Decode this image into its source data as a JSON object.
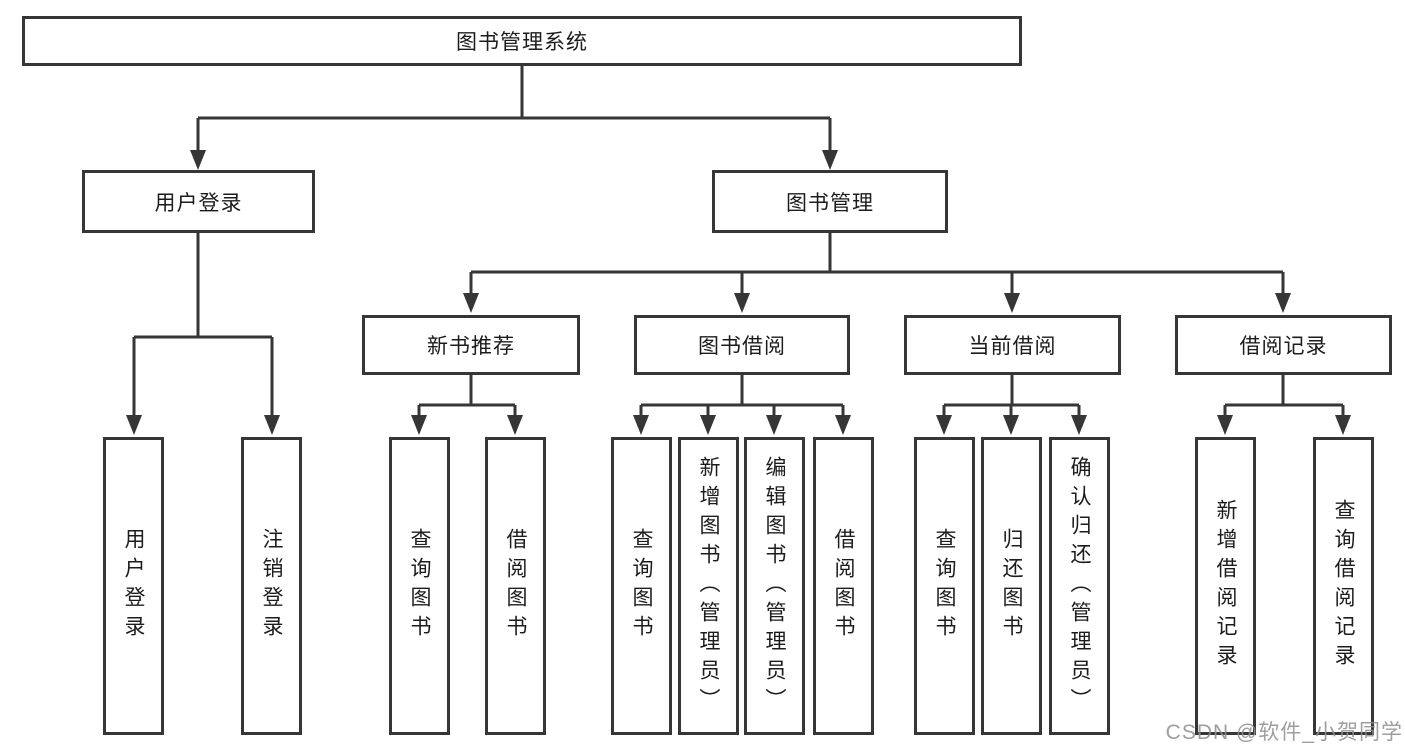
{
  "root": {
    "label": "图书管理系统"
  },
  "level2": {
    "user_login": "用户登录",
    "book_mgmt": "图书管理"
  },
  "level3": {
    "new_books": "新书推荐",
    "book_borrow": "图书借阅",
    "current_borrow": "当前借阅",
    "borrow_record": "借阅记录"
  },
  "leaves": {
    "user_login": [
      "用户登录",
      "注销登录"
    ],
    "new_books": [
      "查询图书",
      "借阅图书"
    ],
    "book_borrow": [
      "查询图书",
      "新增图书（管理员）",
      "编辑图书（管理员）",
      "借阅图书"
    ],
    "current_borrow": [
      "查询图书",
      "归还图书",
      "确认归还（管理员）"
    ],
    "borrow_record": [
      "新增借阅记录",
      "查询借阅记录"
    ]
  },
  "watermark": "CSDN @软件_小贺同学",
  "colors": {
    "line": "#363636",
    "border": "#363636",
    "text": "#1c1c1c",
    "background": "#ffffff",
    "watermark": "#919191"
  }
}
